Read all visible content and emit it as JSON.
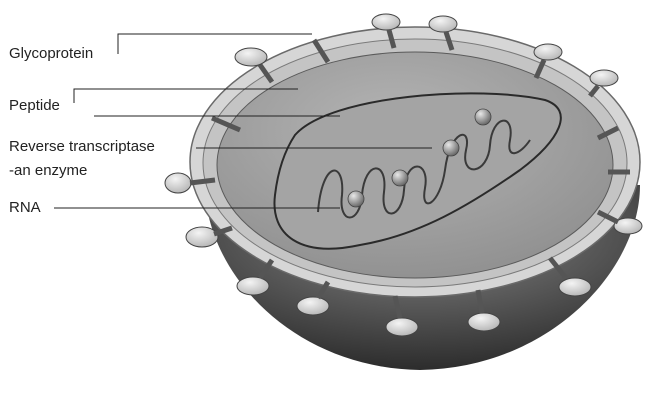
{
  "labels": {
    "glycoprotein": "Glycoprotein",
    "peptide": "Peptide",
    "reverse_transcriptase": "Reverse transcriptase",
    "enzyme_note": "-an enzyme",
    "rna": "RNA"
  }
}
